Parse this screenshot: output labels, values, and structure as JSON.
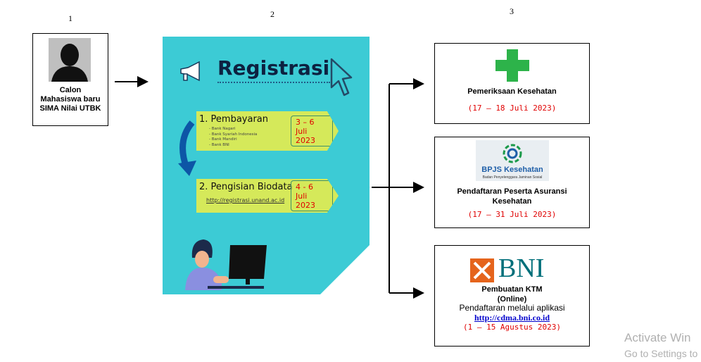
{
  "step_numbers": [
    "1",
    "2",
    "3"
  ],
  "step1": {
    "label_lines": [
      "Calon",
      "Mahasiswa baru",
      "SIMA Nilai UTBK"
    ]
  },
  "poster": {
    "title": "Registrasi",
    "item1": {
      "title": "1. Pembayaran",
      "banks": [
        "- Bank Nagari",
        "- Bank Syariah Indonesia",
        "- Bank Mandiri",
        "- Bank BNI"
      ],
      "date_line1": "3 – 6",
      "date_line2": "Juli 2023"
    },
    "item2": {
      "title": "2. Pengisian Biodata",
      "url": "http://registrasi.unand.ac.id",
      "date_line1": "4 - 6",
      "date_line2": "Juli 2023"
    }
  },
  "right_boxes": {
    "kesehatan": {
      "title": "Pemeriksaan Kesehatan",
      "date": "(17 – 18 Juli 2023)",
      "icon": "green-cross-icon"
    },
    "bpjs": {
      "logo_text": "BPJS Kesehatan",
      "logo_subtext": "Badan Penyelenggara Jaminan Sosial",
      "title_line1": "Pendaftaran Peserta Asuransi",
      "title_line2": "Kesehatan",
      "date": "(17 – 31 Juli 2023)"
    },
    "bni": {
      "logo_text": "BNI",
      "title_line1": "Pembuatan KTM",
      "title_line2": "(Online)",
      "subtitle": "Pendaftaran melalui aplikasi",
      "link": "http://cdma.bni.co.id",
      "date": "(1 – 15 Agustus 2023)"
    }
  },
  "watermark": {
    "line1": "Activate Win",
    "line2": "Go to Settings to"
  },
  "colors": {
    "poster_bg": "#3ccbd5",
    "banner": "#d5e95a",
    "date_red": "#e00000",
    "cross_green": "#2db34a",
    "bni_orange": "#e5641c",
    "bni_teal": "#006f7a"
  }
}
